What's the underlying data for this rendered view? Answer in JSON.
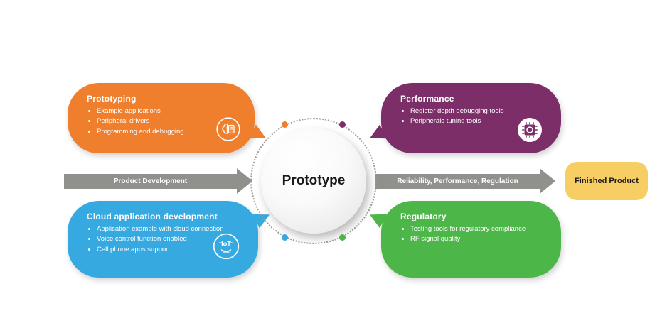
{
  "colors": {
    "orange": "#F07F2D",
    "purple": "#7C2E68",
    "blue": "#36A9E0",
    "green": "#4DB648",
    "arrow_gray": "#90908C",
    "yellow": "#F7CE63",
    "ring_gray": "#9B9B97",
    "text_dark": "#1A1A1A"
  },
  "center": {
    "label": "Prototype"
  },
  "flow": {
    "left_arrow_label": "Product Development",
    "right_arrow_label": "Reliability, Performance, Regulation",
    "finished_product_label": "Finished Product"
  },
  "bubbles": {
    "prototyping": {
      "title": "Prototyping",
      "bullets": [
        "Example applications",
        "Peripheral drivers",
        "Programming and debugging"
      ],
      "icon": "brain-chip-icon"
    },
    "performance": {
      "title": "Performance",
      "bullets": [
        "Register depth debugging tools",
        "Peripherals tuning tools"
      ],
      "icon": "chip-wrench-icon"
    },
    "cloud": {
      "title": "Cloud application development",
      "bullets": [
        "Application example with cloud connection",
        "Voice control function enabled",
        "Cell phone apps support"
      ],
      "icon": "iot-icon",
      "icon_text": "IoT"
    },
    "regulatory": {
      "title": "Regulatory",
      "bullets": [
        "Testing tools for regulatory compliance",
        "RF signal quality"
      ]
    }
  }
}
